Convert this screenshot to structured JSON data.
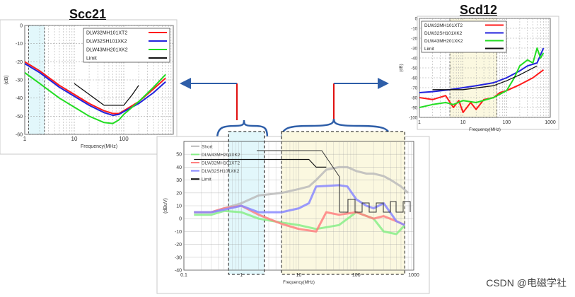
{
  "watermark": "CSDN @电磁学社",
  "colors": {
    "red": "#ff1a1a",
    "blue": "#2222dd",
    "green": "#22dd22",
    "black": "#111111",
    "gray": "#bbbbbb",
    "light_red": "#ff8080",
    "light_blue": "#8888ff",
    "light_green": "#88ee88",
    "highlight_cyan": "#e2f7fb",
    "highlight_yellow": "#fbf8e0",
    "arrow": "#2e5ea8",
    "connector": "#e01010"
  },
  "chart_data": [
    {
      "id": "scc21",
      "type": "line",
      "title": "Scc21",
      "xlabel": "Frequency(MHz)",
      "ylabel": "(dB)",
      "xscale": "log",
      "xlim": [
        1,
        1000
      ],
      "ylim": [
        -60,
        0
      ],
      "xticks": [
        "1",
        "10",
        "100",
        "1000"
      ],
      "yticks": [
        "0",
        "-10",
        "-20",
        "-30",
        "-40",
        "-50",
        "-60"
      ],
      "grid": true,
      "legend_position": "top-right",
      "highlight_band_x": [
        1.2,
        2.5
      ],
      "series": [
        {
          "name": "DLW32MH101XT2",
          "color": "red",
          "x": [
            1,
            2,
            5,
            10,
            20,
            40,
            60,
            80,
            100,
            200,
            400,
            700
          ],
          "y": [
            -20,
            -25,
            -33,
            -38,
            -43,
            -47,
            -48.5,
            -48.5,
            -47,
            -42,
            -35,
            -29
          ]
        },
        {
          "name": "DLW32SH101XK2",
          "color": "blue",
          "x": [
            1,
            2,
            5,
            10,
            20,
            40,
            60,
            80,
            100,
            200,
            400,
            700
          ],
          "y": [
            -21,
            -26,
            -34,
            -39,
            -44,
            -48,
            -49.5,
            -49,
            -47.5,
            -43,
            -37,
            -31
          ]
        },
        {
          "name": "DLW43MH201XK2",
          "color": "green",
          "x": [
            1,
            2,
            5,
            10,
            20,
            40,
            60,
            80,
            100,
            200,
            400,
            700
          ],
          "y": [
            -26,
            -32,
            -40,
            -45,
            -50,
            -53.5,
            -54,
            -52,
            -49,
            -42,
            -34,
            -27
          ]
        },
        {
          "name": "Limit",
          "color": "black",
          "x": [
            10,
            20,
            40,
            50,
            80,
            100,
            150,
            200
          ],
          "y": [
            -32,
            -38,
            -44,
            -44,
            -44,
            -44,
            -38,
            -33
          ]
        }
      ]
    },
    {
      "id": "scd12",
      "type": "line",
      "title": "Scd12",
      "xlabel": "Frequency(MHz)",
      "ylabel": "(dB)",
      "xscale": "log",
      "xlim": [
        1,
        1000
      ],
      "ylim": [
        -100,
        0
      ],
      "xticks": [
        "1",
        "10",
        "100",
        "1000"
      ],
      "yticks": [
        "0",
        "-10",
        "-20",
        "-30",
        "-40",
        "-50",
        "-60",
        "-70",
        "-80",
        "-90",
        "-100"
      ],
      "grid": true,
      "legend_position": "top-left",
      "highlight_band_x": [
        5,
        60
      ],
      "series": [
        {
          "name": "DLW32MH101XT2",
          "color": "red",
          "x": [
            1,
            2,
            4,
            6,
            8,
            10,
            15,
            20,
            30,
            50,
            70,
            100,
            200,
            400,
            700
          ],
          "y": [
            -80,
            -82,
            -78,
            -90,
            -83,
            -95,
            -85,
            -92,
            -82,
            -80,
            -75,
            -73,
            -67,
            -60,
            -52
          ]
        },
        {
          "name": "DLW32SH101XK2",
          "color": "blue",
          "x": [
            1,
            2,
            5,
            10,
            20,
            50,
            100,
            200,
            300,
            500,
            700
          ],
          "y": [
            -75,
            -74,
            -72,
            -70,
            -68,
            -65,
            -60,
            -53,
            -48,
            -45,
            -30
          ]
        },
        {
          "name": "DLW43MH201XK2",
          "color": "green",
          "x": [
            1,
            2,
            4,
            6,
            10,
            20,
            50,
            100,
            150,
            200,
            300,
            400,
            500,
            600,
            700
          ],
          "y": [
            -90,
            -87,
            -85,
            -87,
            -83,
            -85,
            -80,
            -73,
            -60,
            -48,
            -42,
            -45,
            -30,
            -40,
            -35
          ]
        },
        {
          "name": "Limit",
          "color": "black",
          "x": [
            2,
            5,
            10,
            50,
            100,
            200,
            500
          ],
          "y": [
            -72,
            -72,
            -72,
            -68,
            -63,
            -57,
            -48
          ]
        }
      ]
    },
    {
      "id": "emission",
      "type": "line",
      "title": "",
      "xlabel": "Frequency(MHz)",
      "ylabel": "(dBuV)",
      "xscale": "log",
      "xlim": [
        0.1,
        1000
      ],
      "ylim": [
        -40,
        60
      ],
      "xticks": [
        "0.1",
        "1",
        "10",
        "100",
        "1000"
      ],
      "yticks": [
        "50",
        "40",
        "30",
        "20",
        "10",
        "0",
        "-10",
        "-20",
        "-30",
        "-40"
      ],
      "grid": true,
      "legend_position": "top-left",
      "highlight_bands": [
        {
          "x": [
            0.6,
            2.5
          ],
          "color": "highlight_cyan"
        },
        {
          "x": [
            5,
            700
          ],
          "color": "highlight_yellow"
        }
      ],
      "series": [
        {
          "name": "Short",
          "color": "gray",
          "x": [
            0.15,
            0.3,
            0.5,
            1,
            2,
            5,
            10,
            15,
            20,
            30,
            50,
            70,
            100,
            150,
            200,
            300,
            400,
            600,
            800
          ],
          "y": [
            5,
            5,
            8,
            12,
            18,
            20,
            23,
            25,
            30,
            38,
            40,
            40,
            37,
            35,
            35,
            33,
            30,
            25,
            20
          ]
        },
        {
          "name": "DLW43MH201XK2",
          "color": "light_green",
          "x": [
            0.15,
            0.3,
            0.5,
            1,
            2,
            5,
            10,
            20,
            50,
            100,
            200,
            300,
            500,
            700
          ],
          "y": [
            3,
            3,
            6,
            5,
            0,
            -3,
            -5,
            -8,
            -5,
            5,
            0,
            -10,
            -12,
            -5
          ]
        },
        {
          "name": "DLW32MH101XT2",
          "color": "light_red",
          "x": [
            0.15,
            0.3,
            0.5,
            1,
            2,
            5,
            10,
            20,
            30,
            50,
            100,
            200,
            300,
            500,
            700
          ],
          "y": [
            5,
            5,
            8,
            10,
            3,
            -4,
            -8,
            -10,
            5,
            3,
            5,
            0,
            2,
            -2,
            -5
          ]
        },
        {
          "name": "DLW32SH101XK2",
          "color": "light_blue",
          "x": [
            0.15,
            0.3,
            0.5,
            1,
            2,
            5,
            10,
            15,
            20,
            50,
            70,
            100,
            150,
            200,
            300,
            500,
            700
          ],
          "y": [
            5,
            5,
            7,
            10,
            5,
            5,
            8,
            12,
            25,
            26,
            25,
            15,
            10,
            8,
            12,
            -2,
            -5
          ]
        },
        {
          "name": "Limit",
          "color": "black",
          "x": [
            0.15,
            0.3,
            0.5,
            1,
            2,
            5,
            10,
            15,
            20,
            30
          ],
          "y": [
            46,
            46,
            46,
            46,
            46,
            46,
            46,
            46,
            40,
            40
          ]
        }
      ]
    }
  ]
}
